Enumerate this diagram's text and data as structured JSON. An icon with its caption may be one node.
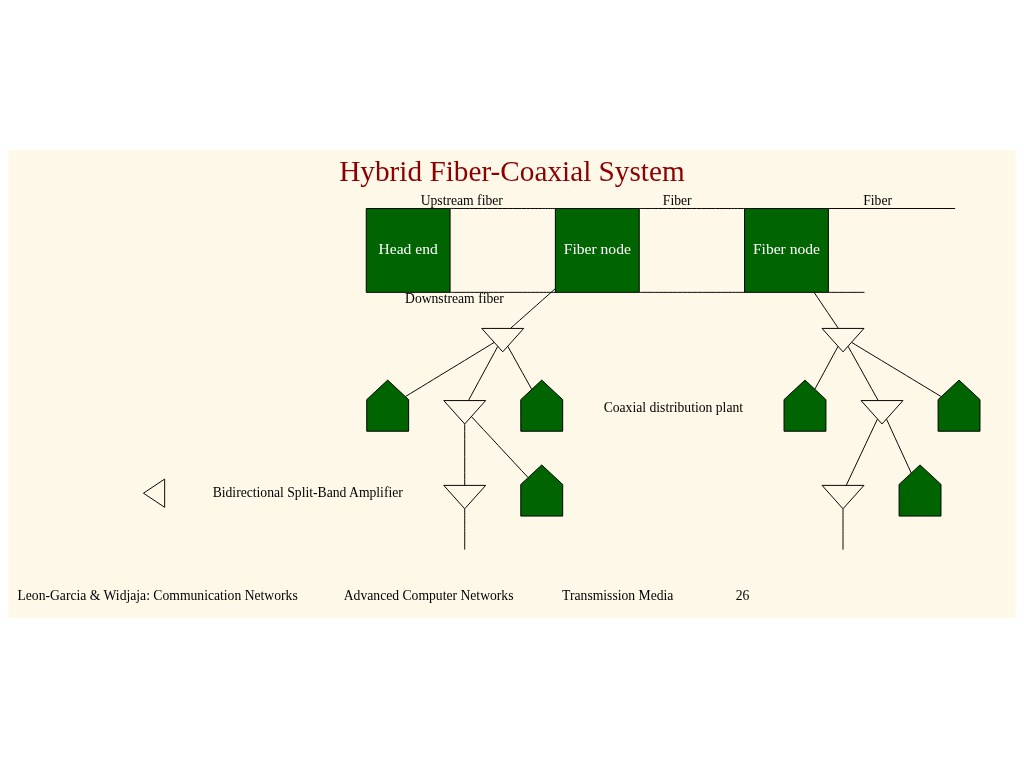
{
  "diagram": {
    "title": "Hybrid Fiber-Coaxial System",
    "nodes": [
      {
        "text": [
          "Head end"
        ]
      },
      {
        "text": [
          "Fiber node"
        ]
      },
      {
        "text": [
          "Fiber node"
        ]
      },
      {
        "text": [],
        "shape": "triangle"
      },
      {
        "text": [],
        "shape": "house"
      },
      {
        "text": [],
        "shape": "triangle"
      },
      {
        "text": [],
        "shape": "house"
      },
      {
        "text": [],
        "shape": "triangle"
      },
      {
        "text": [],
        "shape": "house"
      },
      {
        "text": [],
        "shape": "triangle"
      },
      {
        "text": [],
        "shape": "house"
      },
      {
        "text": [],
        "shape": "triangle"
      },
      {
        "text": [],
        "shape": "house"
      },
      {
        "text": [],
        "shape": "triangle"
      },
      {
        "text": [],
        "shape": "house"
      },
      {
        "text": [],
        "shape": "triangle"
      }
    ],
    "edges": [
      {
        "from": 0,
        "to": 1,
        "arrow": "none",
        "label": "Upstream fiber"
      },
      {
        "from": 0,
        "to": 1,
        "arrow": "none",
        "label": "Downstream fiber"
      },
      {
        "from": 1,
        "to": 2,
        "arrow": "none",
        "label": "Fiber"
      },
      {
        "from": 1,
        "to": 2,
        "arrow": "none"
      },
      {
        "from": 2,
        "to": null,
        "arrow": "none",
        "label": "Fiber"
      },
      {
        "from": 2,
        "to": null,
        "arrow": "none"
      },
      {
        "from": 1,
        "to": 3,
        "arrow": "none"
      },
      {
        "from": 3,
        "to": 4,
        "arrow": "none"
      },
      {
        "from": 3,
        "to": 5,
        "arrow": "none"
      },
      {
        "from": 3,
        "to": 6,
        "arrow": "none"
      },
      {
        "from": 5,
        "to": 7,
        "arrow": "none"
      },
      {
        "from": 5,
        "to": 8,
        "arrow": "none"
      },
      {
        "from": 7,
        "to": null,
        "arrow": "none"
      },
      {
        "from": 2,
        "to": 9,
        "arrow": "none"
      },
      {
        "from": 9,
        "to": 10,
        "arrow": "none"
      },
      {
        "from": 9,
        "to": 11,
        "arrow": "none"
      },
      {
        "from": 9,
        "to": 12,
        "arrow": "none"
      },
      {
        "from": 11,
        "to": 13,
        "arrow": "none"
      },
      {
        "from": 11,
        "to": 14,
        "arrow": "none"
      },
      {
        "from": 13,
        "to": null,
        "arrow": "none"
      }
    ],
    "labels": [
      "Coaxial distribution plant",
      "Leon-Garcia & Widjaja: Communication Networks",
      "Advanced Computer Networks",
      "Transmission Media",
      "26"
    ],
    "legend": [
      {
        "text": "Bidirectional Split-Band Amplifier"
      }
    ]
  }
}
